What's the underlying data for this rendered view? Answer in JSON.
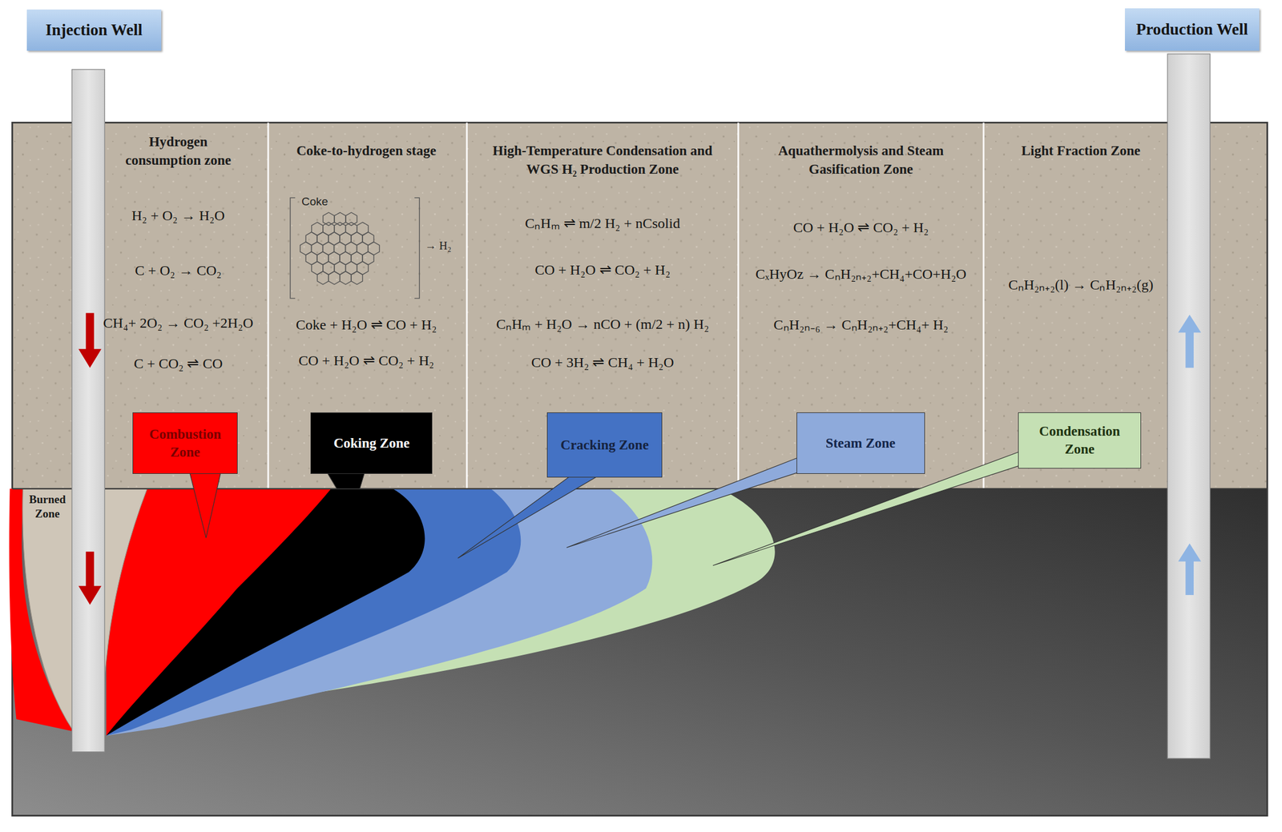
{
  "diagram": {
    "nodes": [
      {
        "text": [
          "Injection Well"
        ]
      },
      {
        "text": [
          "Production Well"
        ]
      },
      {
        "text": [
          "Hydrogen consumption zone",
          "H₂ + O₂ → H₂O",
          "C + O₂ → CO₂",
          "CH₄+ 2O₂ → CO₂ +2H₂O",
          "C + CO₂ ⇌ CO"
        ]
      },
      {
        "text": [
          "Coke-to-hydrogen stage",
          "Coke + H₂O ⇌ CO + H₂",
          "CO + H₂O ⇌ CO₂ + H₂"
        ]
      },
      {
        "text": [
          "High-Temperature Condensation and WGS H₂ Production Zone",
          "CₙHₘ ⇌ m/2 H₂ + nCsolid",
          "CO + H₂O ⇌ CO₂ + H₂",
          "CₙHₘ + H₂O → nCO + (m/2 + n) H₂",
          "CO + 3H₂ ⇌ CH₄ + H₂O"
        ]
      },
      {
        "text": [
          "Aquathermolysis and Steam Gasification Zone",
          "CO + H₂O ⇌ CO₂ + H₂",
          "CₓHyOz → CₙH₂ₙ₊₂+CH₄+CO+H₂O",
          "CₙH₂ₙ₋₆ → CₙH₂ₙ₊₂+CH₄+ H₂"
        ]
      },
      {
        "text": [
          "Light Fraction Zone",
          "CₙH₂ₙ₊₂(l) → CₙH₂ₙ₊₂(g)"
        ]
      },
      {
        "text": [
          "Combustion Zone"
        ],
        "in": 2
      },
      {
        "text": [
          "Coking Zone"
        ],
        "in": 3
      },
      {
        "text": [
          "Cracking Zone"
        ],
        "in": 4
      },
      {
        "text": [
          "Steam Zone"
        ],
        "in": 5
      },
      {
        "text": [
          "Condensation Zone"
        ],
        "in": 6
      }
    ],
    "labels": [
      "Coke",
      "→ H₂",
      "Burned Zone"
    ]
  }
}
